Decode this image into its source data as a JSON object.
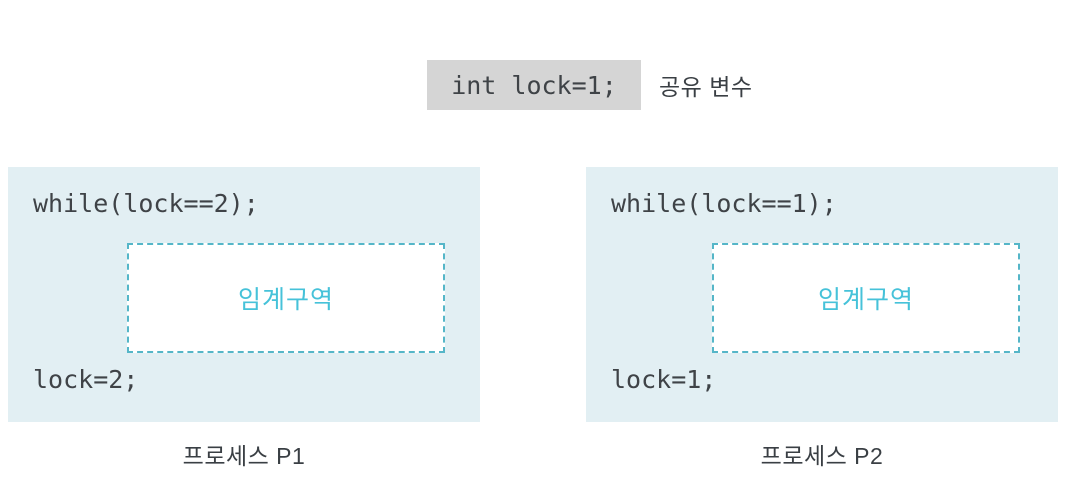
{
  "shared_variable": {
    "code": "int lock=1;",
    "label": "공유 변수"
  },
  "processes": [
    {
      "name": "프로세스 P1",
      "entry_code": "while(lock==2);",
      "critical_section_label": "임계구역",
      "exit_code": "lock=2;"
    },
    {
      "name": "프로세스 P2",
      "entry_code": "while(lock==1);",
      "critical_section_label": "임계구역",
      "exit_code": "lock=1;"
    }
  ],
  "colors": {
    "process_box_bg": "#e2eff3",
    "shared_box_bg": "#d5d5d5",
    "critical_border": "#55b6c8",
    "critical_text": "#46c2d9",
    "code_text": "#3f4347",
    "label_text": "#3a3f44"
  }
}
